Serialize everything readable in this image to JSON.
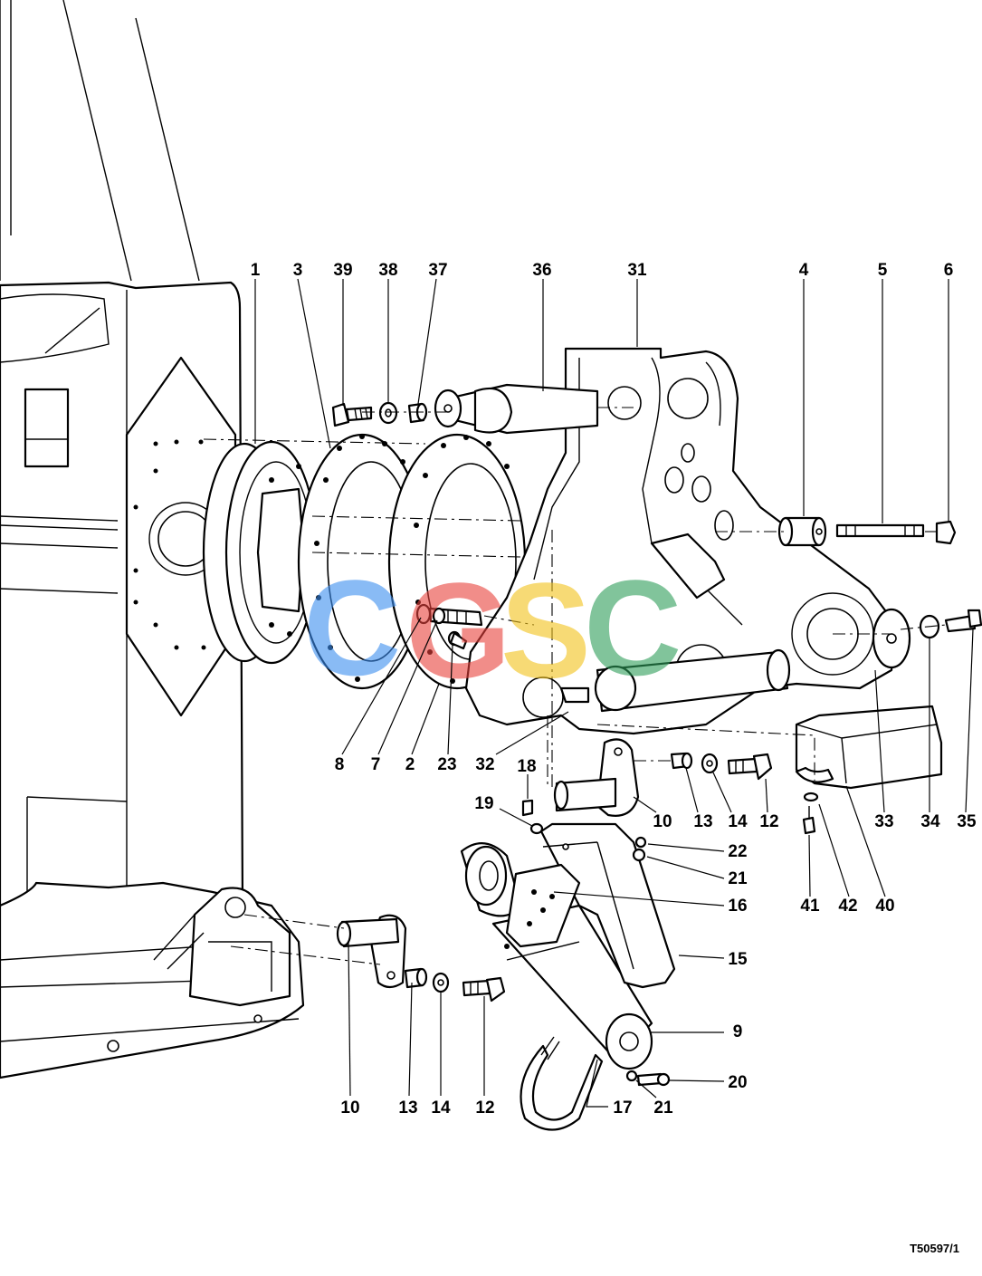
{
  "drawing_ref": "T50597/1",
  "watermark": {
    "letters": [
      "C",
      "G",
      "S",
      "C"
    ],
    "colors": [
      "#3c8ef0",
      "#e8423c",
      "#f2c21b",
      "#2e9e5a"
    ]
  },
  "callouts": [
    "1",
    "3",
    "39",
    "38",
    "37",
    "36",
    "31",
    "4",
    "5",
    "6",
    "8",
    "7",
    "2",
    "23",
    "32",
    "18",
    "19",
    "10",
    "13",
    "14",
    "12",
    "33",
    "34",
    "35",
    "22",
    "21",
    "16",
    "15",
    "41",
    "42",
    "40",
    "9",
    "20",
    "17"
  ],
  "colors": {
    "line": "#000000",
    "background": "#ffffff"
  }
}
